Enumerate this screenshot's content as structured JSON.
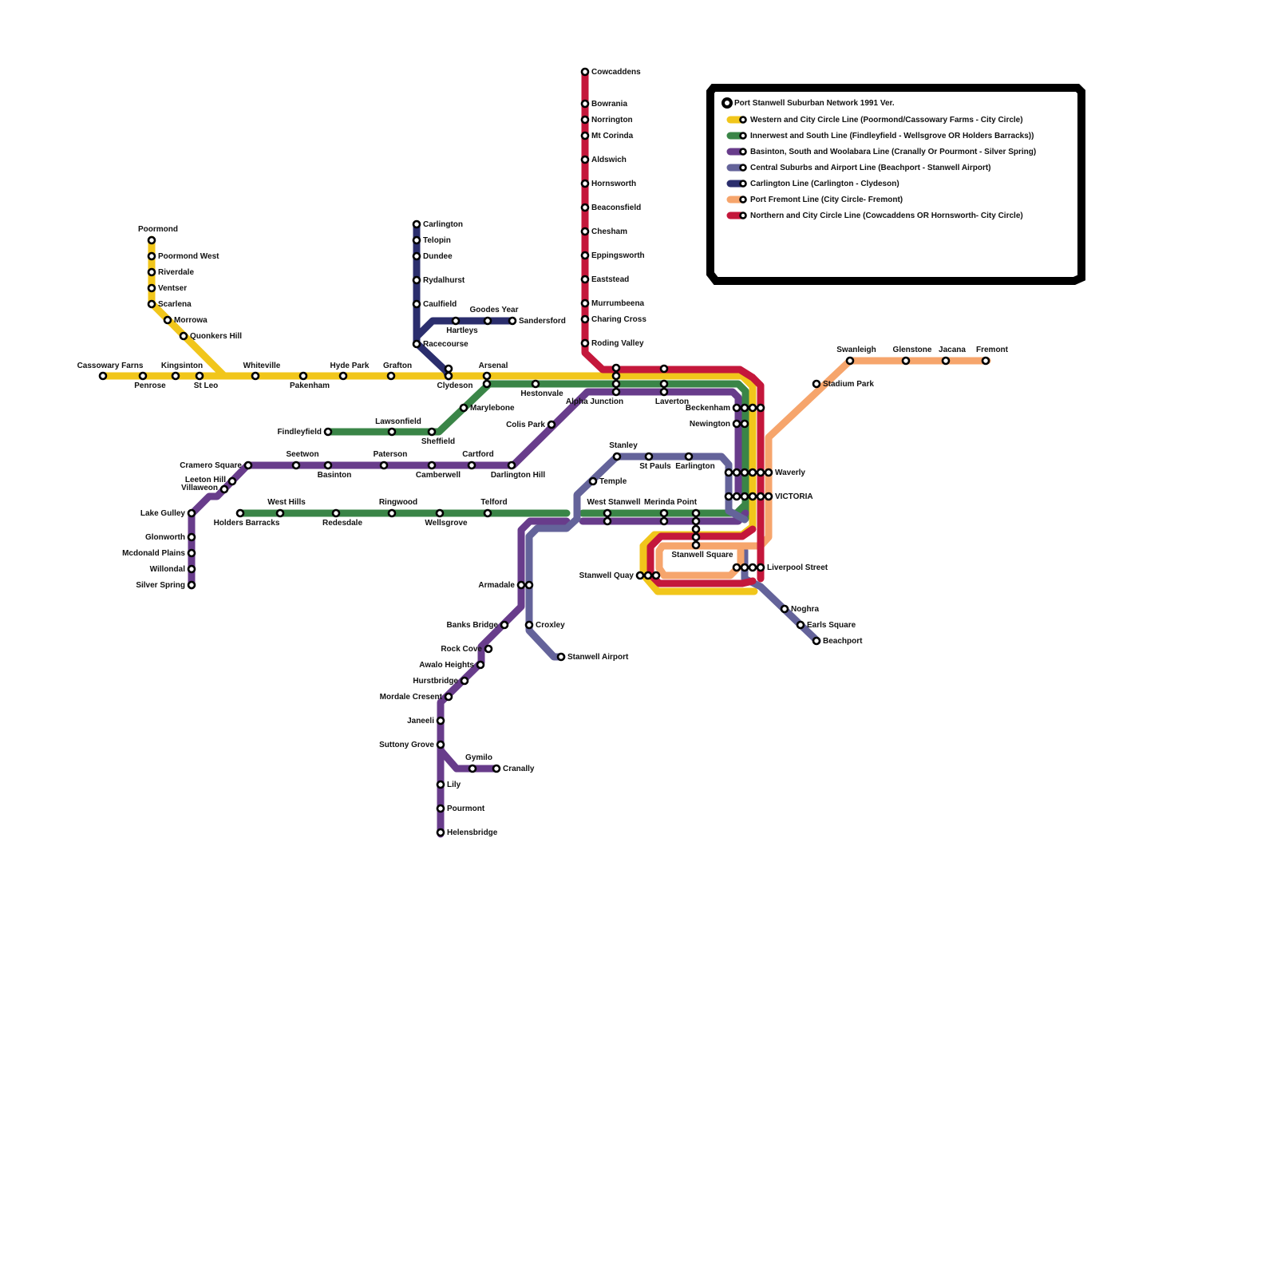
{
  "colors": {
    "western": "#f1c61b",
    "innerwest": "#3a8547",
    "basinton": "#683c8b",
    "central": "#64639a",
    "carlington": "#2b2e6d",
    "fremont": "#f6a56c",
    "northern": "#c4173b",
    "station_fill": "#ffffff",
    "station_stroke": "#000000",
    "legend_border": "#000000"
  },
  "legend": {
    "title": "Port Stanwell Suburban Network 1991 Ver.",
    "items": [
      {
        "line": "western",
        "label": "Western and City Circle Line (Poormond/Cassowary Farms - City Circle)"
      },
      {
        "line": "innerwest",
        "label": "Innerwest and South Line (Findleyfield - Wellsgrove OR Holders Barracks))"
      },
      {
        "line": "basinton",
        "label": "Basinton, South and Woolabara Line (Cranally Or Pourmont - Silver Spring)"
      },
      {
        "line": "central",
        "label": "Central Suburbs and Airport Line (Beachport  - Stanwell Airport)"
      },
      {
        "line": "carlington",
        "label": "Carlington Line (Carlington - Clydeson)"
      },
      {
        "line": "fremont",
        "label": "Port Fremont Line (City Circle- Fremont)"
      },
      {
        "line": "northern",
        "label": "Northern and City Circle Line (Cowcaddens OR Hornsworth- City Circle)"
      }
    ]
  },
  "stations": {
    "poormond": "Poormond",
    "poormond_west": "Poormond West",
    "riverdale": "Riverdale",
    "ventser": "Ventser",
    "scarlena": "Scarlena",
    "morrowa": "Morrowa",
    "quonkers_hill": "Quonkers Hill",
    "cassowary_farns": "Cassowary Farns",
    "penrose": "Penrose",
    "kingsinton": "Kingsinton",
    "st_leo": "St Leo",
    "whiteville": "Whiteville",
    "pakenham": "Pakenham",
    "hyde_park": "Hyde Park",
    "grafton": "Grafton",
    "arsenal": "Arsenal",
    "clydeson": "Clydeson",
    "hestonvale": "Hestonvale",
    "alpha_junction": "Alpha Junction",
    "laverton": "Laverton",
    "carlington": "Carlington",
    "telopin": "Telopin",
    "dundee": "Dundee",
    "rydalhurst": "Rydalhurst",
    "caulfield": "Caulfield",
    "racecourse": "Racecourse",
    "hartleys": "Hartleys",
    "goodes_year": "Goodes Year",
    "sandersford": "Sandersford",
    "findleyfield": "Findleyfield",
    "lawsonfield": "Lawsonfield",
    "sheffield": "Sheffield",
    "marylebone": "Marylebone",
    "holders_barracks": "Holders Barracks",
    "west_hills": "West Hills",
    "redesdale": "Redesdale",
    "ringwood": "Ringwood",
    "wellsgrove": "Wellsgrove",
    "telford": "Telford",
    "west_stanwell": "West Stanwell",
    "merinda_point": "Merinda Point",
    "cramero_square": "Cramero Square",
    "seetwon": "Seetwon",
    "basinton": "Basinton",
    "paterson": "Paterson",
    "camberwell": "Camberwell",
    "cartford": "Cartford",
    "darlington_hill": "Darlington Hill",
    "colis_park": "Colis Park",
    "leeton_hill": "Leeton Hill",
    "villaweon": "Villaweon",
    "lake_gulley": "Lake Gulley",
    "glonworth": "Glonworth",
    "mcdonald_plains": "Mcdonald Plains",
    "willondal": "Willondal",
    "silver_spring": "Silver Spring",
    "armadale": "Armadale",
    "banks_bridge": "Banks Bridge",
    "rock_cove": "Rock Cove",
    "awalo_heights": "Awalo Heights",
    "hurstbridge": "Hurstbridge",
    "mordale_cresent": "Mordale Cresent",
    "janeeli": "Janeeli",
    "suttony_grove": "Suttony Grove",
    "gymilo": "Gymilo",
    "cranally": "Cranally",
    "lily": "Lily",
    "pourmont": "Pourmont",
    "helensbridge": "Helensbridge",
    "croxley": "Croxley",
    "stanwell_airport": "Stanwell Airport",
    "temple": "Temple",
    "stanley": "Stanley",
    "st_pauls": "St Pauls",
    "earlington": "Earlington",
    "cowcaddens": "Cowcaddens",
    "bowrania": "Bowrania",
    "norrington": "Norrington",
    "mt_corinda": "Mt Corinda",
    "aldswich": "Aldswich",
    "hornsworth": "Hornsworth",
    "beaconsfield": "Beaconsfield",
    "chesham": "Chesham",
    "eppingsworth": "Eppingsworth",
    "eaststead": "Eaststead",
    "murrumbeena": "Murrumbeena",
    "charing_cross": "Charing Cross",
    "roding_valley": "Roding Valley",
    "beckenham": "Beckenham",
    "newington": "Newington",
    "waverly": "Waverly",
    "victoria": "VICTORIA",
    "stanwell_square": "Stanwell Square",
    "stanwell_quay": "Stanwell Quay",
    "liverpool_street": "Liverpool Street",
    "noghra": "Noghra",
    "earls_square": "Earls Square",
    "beachport": "Beachport",
    "stadium_park": "Stadium Park",
    "swanleigh": "Swanleigh",
    "glenstone": "Glenstone",
    "jacana": "Jacana",
    "fremont": "Fremont"
  }
}
